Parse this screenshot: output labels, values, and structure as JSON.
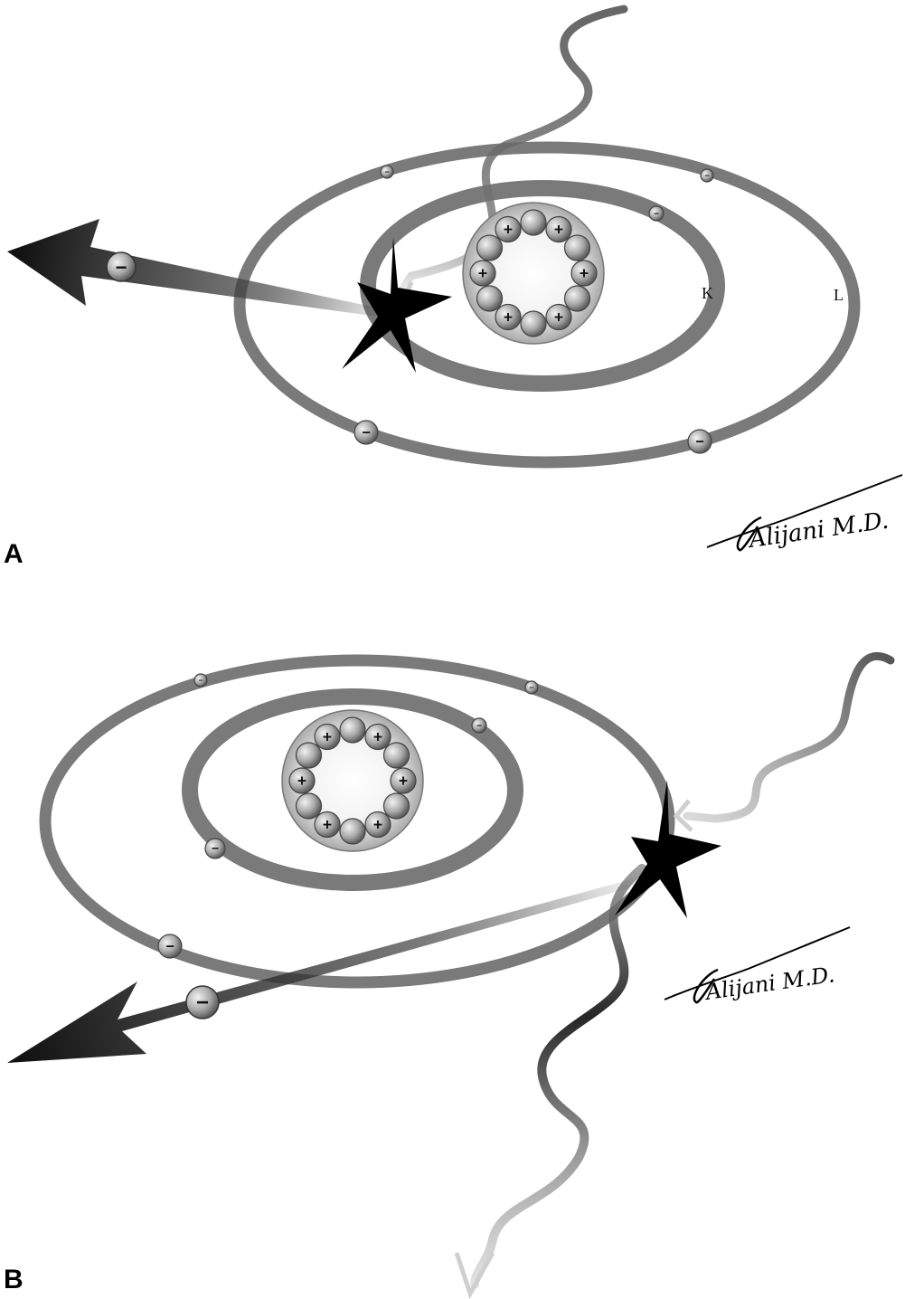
{
  "panels": [
    {
      "label": "A",
      "shell_labels": {
        "inner": "K",
        "outer": "L"
      },
      "signature": "Alijani M.D."
    },
    {
      "label": "B",
      "signature": "Alijani M.D."
    }
  ],
  "symbols": {
    "proton": "+",
    "electron": "−"
  },
  "colors": {
    "shell": "#7a7a7a",
    "nucleus": "#bdbdbd",
    "particle": "#9a9a9a",
    "arrow": "#1a1a1a",
    "burst": "#000000"
  }
}
